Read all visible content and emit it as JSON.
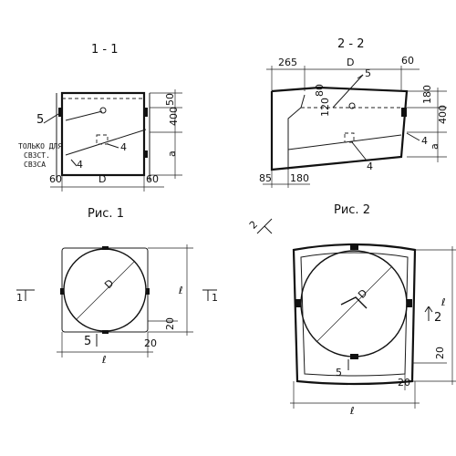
{
  "section_1_1": {
    "title": "1 - 1",
    "dims": {
      "top": "50",
      "height": "400",
      "bottom": "a",
      "left": "60",
      "center": "D",
      "right": "60"
    },
    "callouts": {
      "c5": "5",
      "c4a": "4",
      "c4b": "4"
    },
    "note_lines": [
      "ТОЛЬКО ДЛЯ",
      "СВ3СТ.",
      "СВ3СА"
    ]
  },
  "section_2_2": {
    "title": "2 - 2",
    "dims": {
      "left": "265",
      "center": "D",
      "right": "60",
      "r180": "180",
      "r400": "400",
      "ra": "a",
      "d80": "80",
      "d120": "120",
      "b85": "85",
      "b180": "180"
    },
    "callouts": {
      "c5": "5",
      "c4a": "4",
      "c4b": "4"
    }
  },
  "fig_1": {
    "title": "Рис. 1",
    "dims": {
      "diameter": "D",
      "side": "ℓ",
      "bottom": "ℓ",
      "d20a": "20",
      "d20b": "20"
    },
    "callouts": {
      "c5": "5"
    },
    "marks": {
      "left": "1",
      "right": "1"
    }
  },
  "fig_2": {
    "title": "Рис. 2",
    "dims": {
      "diameter": "D",
      "side": "ℓ",
      "bottom": "ℓ",
      "d20a": "20",
      "d20b": "20"
    },
    "callouts": {
      "c5": "5"
    },
    "marks": {
      "top": "2",
      "right": "2"
    }
  }
}
